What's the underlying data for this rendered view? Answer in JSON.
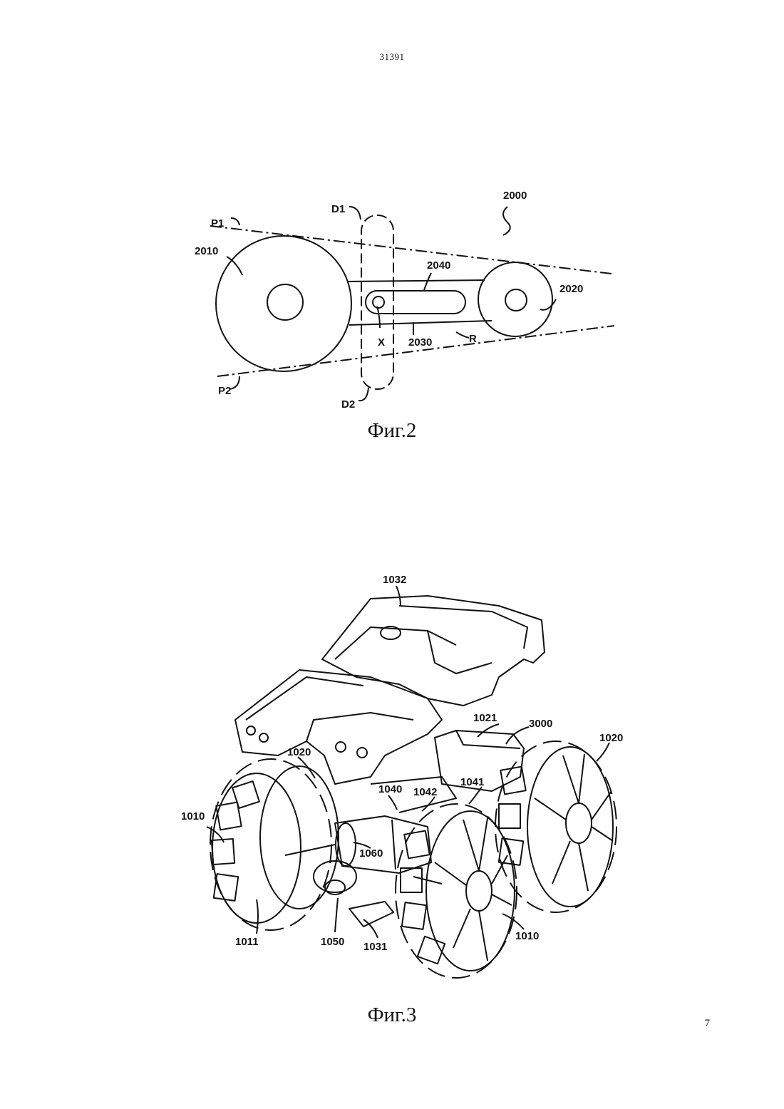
{
  "header": {
    "doc_number": "31391"
  },
  "footer": {
    "page_number": "7"
  },
  "figure2": {
    "caption": "Фиг.2",
    "labels": {
      "l2000": "2000",
      "lD1": "D1",
      "lP1": "P1",
      "l2010": "2010",
      "l2040": "2040",
      "l2020": "2020",
      "lX": "X",
      "l2030": "2030",
      "lR": "R",
      "lP2": "P2",
      "lD2": "D2"
    }
  },
  "figure3": {
    "caption": "Фиг.3",
    "labels": {
      "l1032": "1032",
      "l1021": "1021",
      "l3000": "3000",
      "l1020a": "1020",
      "l1020b": "1020",
      "l1040": "1040",
      "l1042": "1042",
      "l1041": "1041",
      "l1010a": "1010",
      "l1060": "1060",
      "l1011": "1011",
      "l1050": "1050",
      "l1031": "1031",
      "l1010b": "1010"
    }
  }
}
